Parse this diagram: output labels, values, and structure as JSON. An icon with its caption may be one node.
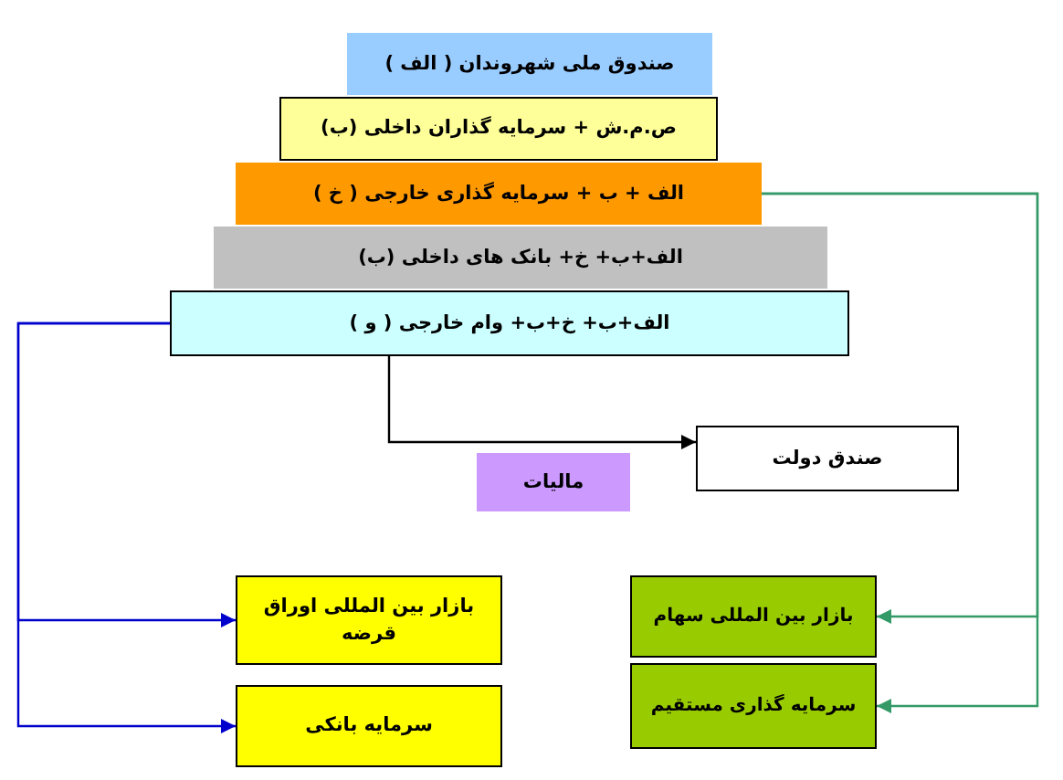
{
  "diagram": {
    "nodes": [
      {
        "text": [
          "صندوق ملی شهروندان ( الف )"
        ]
      },
      {
        "text": [
          "ص.م.ش + سرمایه گذاران داخلی (ب)"
        ]
      },
      {
        "text": [
          "الف + ب + سرمایه گذاری خارجی ( خ )"
        ]
      },
      {
        "text": [
          "الف+ب+ خ+ بانک های داخلی (ب)"
        ]
      },
      {
        "text": [
          "الف+ب+ خ+ب+ وام خارجی ( و )"
        ]
      },
      {
        "text": [
          "مالیات"
        ]
      },
      {
        "text": [
          "صندق دولت"
        ]
      },
      {
        "text": [
          "بازار بین المللی اوراق قرضه"
        ]
      },
      {
        "text": [
          "سرمایه بانکی"
        ]
      },
      {
        "text": [
          "بازار بین المللی سهام"
        ]
      },
      {
        "text": [
          "سرمایه گذاری مستقیم"
        ]
      }
    ],
    "edges": [
      {
        "from": 4,
        "to": 6,
        "arrow": "to",
        "color": "#000000"
      },
      {
        "from": 4,
        "to": 7,
        "arrow": "to",
        "color": "#0000cc"
      },
      {
        "from": 4,
        "to": 8,
        "arrow": "to",
        "color": "#0000cc"
      },
      {
        "from": 2,
        "to": 9,
        "arrow": "to",
        "color": "#339966"
      },
      {
        "from": 2,
        "to": 10,
        "arrow": "to",
        "color": "#339966"
      }
    ]
  }
}
